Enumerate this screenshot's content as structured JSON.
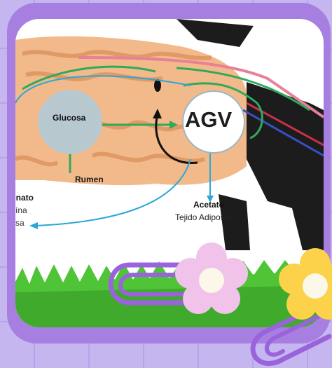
{
  "diagram": {
    "center_label": "AGV",
    "left_circle_label": "Glucosa",
    "rumen_label": "Rumen",
    "product_label": "Acetato",
    "product_sublabel": "Tejido Adiposo",
    "cut_labels": [
      "pinato",
      "teína",
      "tosa"
    ]
  },
  "colors": {
    "background": "#c5b6f0",
    "frame": "#a77fe0",
    "intestine": "#f2b98a",
    "glucosa_circle": "#b8c8cf",
    "arrow_green": "#2faa5a",
    "arrow_blue": "#2aa7d8",
    "grass": "#3faa2c",
    "flower_pink": "#f1c2ea",
    "flower_yellow": "#fbd24a",
    "clip": "#9a63dc"
  },
  "icons": [
    "cow-illustration",
    "paperclip-icon",
    "flower-icon"
  ]
}
